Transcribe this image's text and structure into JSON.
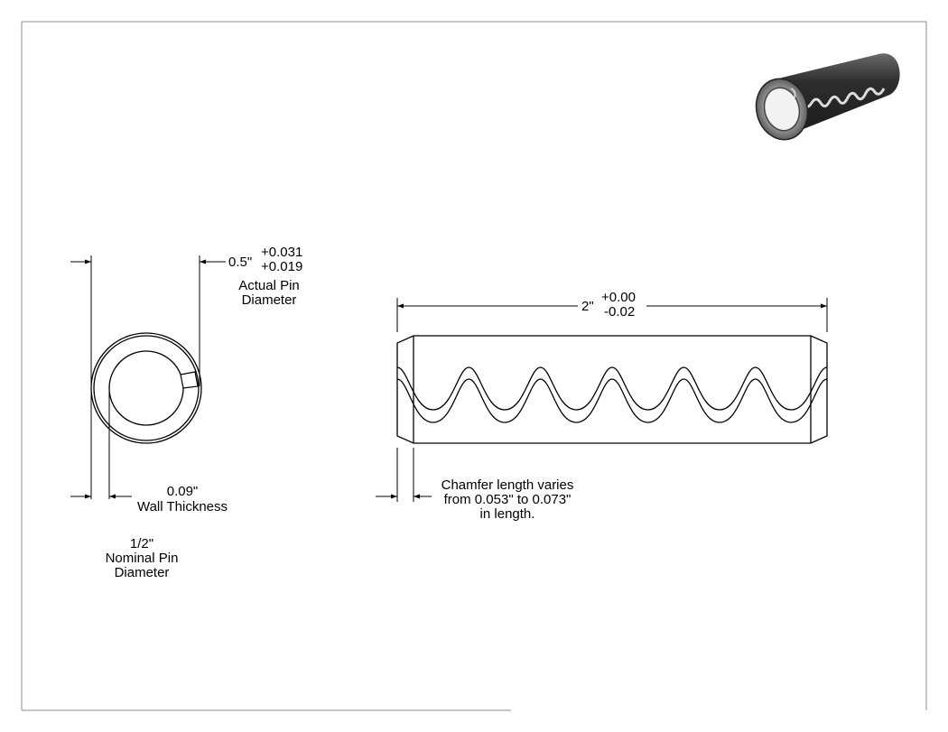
{
  "end_view": {
    "actual_diameter": {
      "value": "0.5\"",
      "tol_plus": "+0.031",
      "tol_minus": "+0.019",
      "caption_line1": "Actual Pin",
      "caption_line2": "Diameter"
    },
    "wall_thickness": {
      "value": "0.09\"",
      "caption": "Wall Thickness"
    },
    "nominal_diameter": {
      "value": "1/2\"",
      "caption_line1": "Nominal Pin",
      "caption_line2": "Diameter"
    }
  },
  "side_view": {
    "length": {
      "value": "2\"",
      "tol_plus": "+0.00",
      "tol_minus": "-0.02"
    },
    "chamfer_note": {
      "line1": "Chamfer length varies",
      "line2": "from 0.053\" to 0.073\"",
      "line3": "in length."
    },
    "wave_count": 6
  },
  "colors": {
    "line": "#000000",
    "frame": "#8c8c8c",
    "pin_dark": "#3a3a3a",
    "pin_light": "#bfbfbf"
  }
}
